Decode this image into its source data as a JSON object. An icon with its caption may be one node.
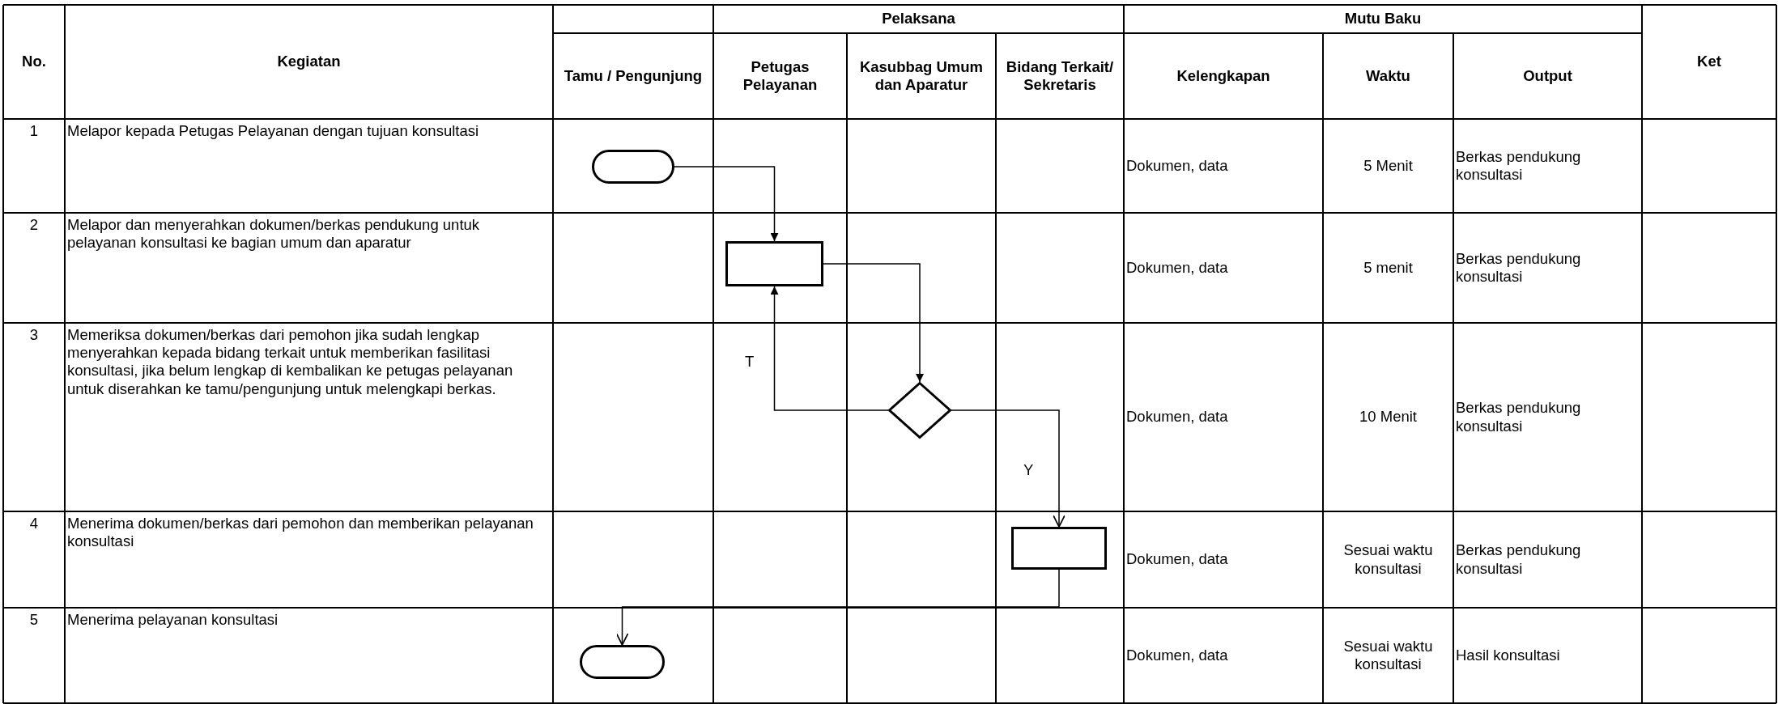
{
  "diagram": {
    "nodes": [
      {
        "text": [],
        "shape": "terminator"
      },
      {
        "text": [],
        "shape": "box"
      },
      {
        "text": [],
        "shape": "diamond"
      },
      {
        "text": [],
        "shape": "box"
      },
      {
        "text": [],
        "shape": "terminator"
      }
    ],
    "edges": [
      {
        "from": 0,
        "to": 1,
        "arrow": "to"
      },
      {
        "from": 1,
        "to": 2,
        "arrow": "to"
      },
      {
        "from": 2,
        "to": 1,
        "arrow": "to",
        "label": "T"
      },
      {
        "from": 2,
        "to": 3,
        "arrow": "to",
        "label": "Y"
      },
      {
        "from": 3,
        "to": 4,
        "arrow": "to"
      }
    ],
    "labels": [
      "No.",
      "Kegiatan",
      "Pelaksana",
      "Mutu Baku",
      "Ket",
      "Tamu / Pengunjung",
      "Petugas Pelayanan",
      "Kasubbag Umum dan Aparatur",
      "Bidang Terkait/ Sekretaris",
      "Kelengkapan",
      "Waktu",
      "Output",
      "1",
      "Melapor kepada Petugas Pelayanan dengan tujuan konsultasi",
      "Dokumen, data",
      "5 Menit",
      "Berkas pendukung konsultasi",
      "2",
      "Melapor dan menyerahkan dokumen/berkas pendukung untuk pelayanan konsultasi ke bagian umum dan aparatur",
      "Dokumen, data",
      "5 menit",
      "Berkas pendukung konsultasi",
      "3",
      "Memeriksa dokumen/berkas dari pemohon jika sudah lengkap menyerahkan kepada bidang terkait untuk memberikan fasilitasi konsultasi, jika belum lengkap di kembalikan ke petugas pelayanan untuk diserahkan ke tamu/pengunjung untuk melengkapi berkas.",
      "Dokumen, data",
      "10 Menit",
      "Berkas pendukung konsultasi",
      "4",
      "Menerima dokumen/berkas dari pemohon dan memberikan pelayanan konsultasi",
      "Dokumen, data",
      "Sesuai waktu konsultasi",
      "Berkas pendukung konsultasi",
      "5",
      "Menerima pelayanan konsultasi",
      "Dokumen, data",
      "Sesuai waktu konsultasi",
      "Hasil konsultasi"
    ]
  }
}
